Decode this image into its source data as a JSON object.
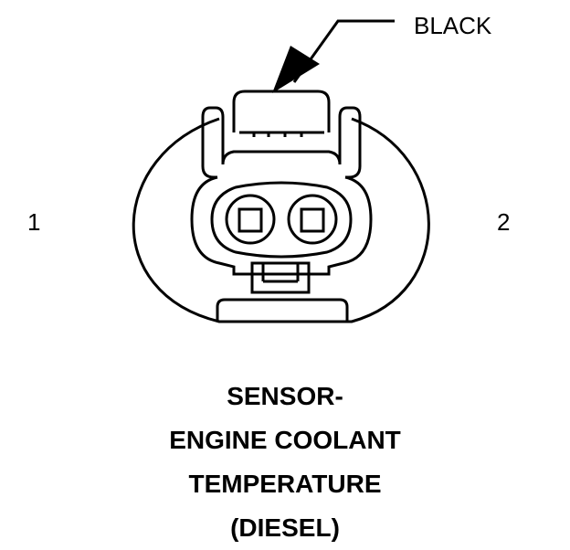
{
  "connector": {
    "color_label": "BLACK",
    "pins": [
      "1",
      "2"
    ]
  },
  "title_lines": [
    "SENSOR-",
    "ENGINE COOLANT",
    "TEMPERATURE",
    "(DIESEL)"
  ]
}
